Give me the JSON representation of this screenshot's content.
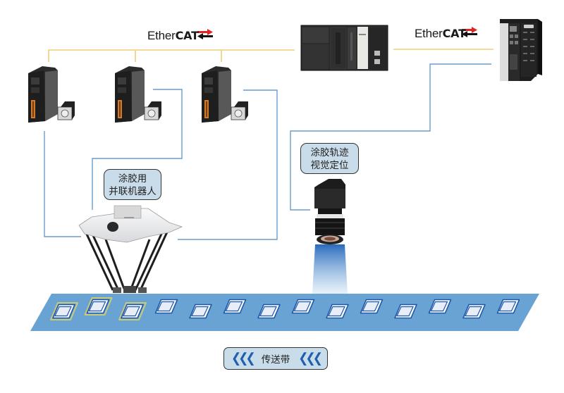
{
  "diagram": {
    "title": "Glue dispensing delta robot with vision-guided trajectory",
    "network": {
      "protocol_label_left": {
        "normal": "Ether",
        "bold": "CAT"
      },
      "protocol_label_right": {
        "normal": "Ether",
        "bold": "CAT"
      }
    },
    "devices": {
      "servo_drives": [
        "servo-drive-1",
        "servo-drive-2",
        "servo-drive-3"
      ],
      "controller": "machine-automation-controller",
      "vision_controller": "vision-sensor-controller",
      "camera": "industrial-camera",
      "robot": "parallel-delta-robot"
    },
    "labels": {
      "robot_line1": "涂胶用",
      "robot_line2": "并联机器人",
      "vision_line1": "涂胶轨迹",
      "vision_line2": "视觉定位",
      "conveyor": "传送带",
      "conveyor_chevrons_left": "❮❮❮",
      "conveyor_chevrons_right": "❮❮❮"
    },
    "conveyor": {
      "workpiece_count": 14,
      "highlighted_workpieces": [
        0,
        1,
        2
      ]
    },
    "colors": {
      "ethercat_line": "#f0cf7a",
      "signal_line": "#6a9ccc",
      "conveyor_belt": "#69a3d3",
      "label_fill": "#c9dcea",
      "workpiece_fill": "#e8eef8",
      "workpiece_border": "#1d56a8",
      "highlight_border": "#c9c97a",
      "ethercat_arrow_red": "#e02424"
    }
  }
}
